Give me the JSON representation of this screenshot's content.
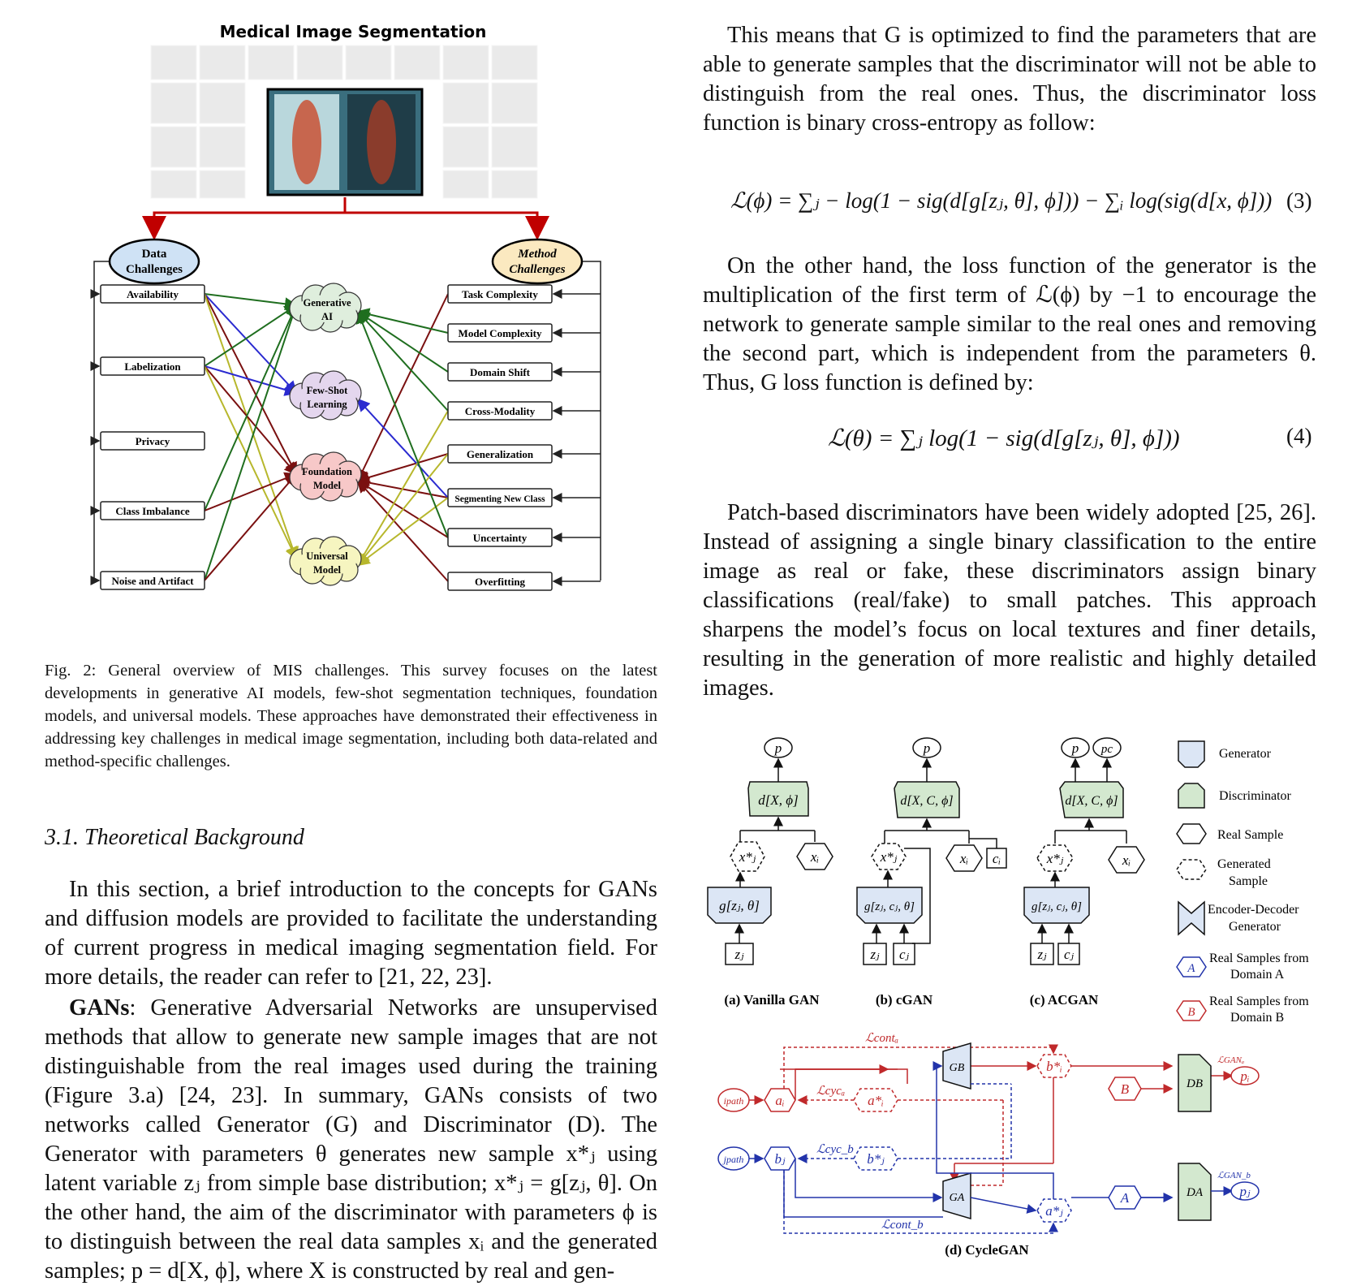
{
  "fig2": {
    "title": "Medical Image Segmentation",
    "data_challenges": "Data Challenges",
    "method_challenges": "Method Challenges",
    "data_items": [
      "Availability",
      "Labelization",
      "Privacy",
      "Class Imbalance",
      "Noise and Artifact"
    ],
    "method_items": [
      "Task Complexity",
      "Model Complexity",
      "Domain Shift",
      "Cross-Modality",
      "Generalization",
      "Segmenting New Class",
      "Uncertainty",
      "Overfitting"
    ],
    "approaches": [
      {
        "lines": [
          "Generative",
          "AI"
        ],
        "color": "#dfeedd"
      },
      {
        "lines": [
          "Few-Shot",
          "Learning"
        ],
        "color": "#e4d6ee"
      },
      {
        "lines": [
          "Foundation",
          "Model"
        ],
        "color": "#f7c8c8"
      },
      {
        "lines": [
          "Universal",
          "Model"
        ],
        "color": "#f6f5c0"
      }
    ],
    "caption": "Fig. 2: General overview of MIS challenges. This survey focuses on the latest developments in generative AI models, few-shot segmentation techniques, foundation models, and universal models. These approaches have demonstrated their effectiveness in addressing key challenges in medical image segmentation, including both data-related and method-specific challenges."
  },
  "section": {
    "heading": "3.1. Theoretical Background",
    "intro": "In this section, a brief introduction to the concepts for GANs and diffusion models are provided to facilitate the understanding of current progress in medical imaging segmentation field. For more details, the reader can refer to [21, 22, 23].",
    "gans_label": "GANs",
    "gans_text": ": Generative Adversarial Networks are unsupervised methods that allow to generate new sample images that are not distinguishable from the real images used during the training (Figure 3.a) [24, 23]. In summary, GANs consists of two networks called Generator (G) and Discriminator (D). The Generator with parameters θ generates new sample x*ⱼ using latent variable zⱼ from simple base distribution; x*ⱼ = g[zⱼ, θ]. On the other hand, the aim of the discriminator with parameters ϕ is to distinguish between the real data samples xᵢ and the generated samples; p = d[X, ϕ], where X is constructed by real and gen-"
  },
  "right": {
    "para1": "This means that G is optimized to find the parameters that are able to generate samples that the discriminator will not be able to distinguish from the real ones. Thus, the discriminator loss function is binary cross-entropy as follow:",
    "eq3": "ℒ(ϕ) = ∑ⱼ − log(1 − sig(d[g[zⱼ, θ], ϕ])) − ∑ᵢ log(sig(d[x, ϕ]))",
    "eq3_num": "(3)",
    "para2": "On the other hand, the loss function of the generator is the multiplication of the first term of ℒ(ϕ) by −1 to encourage the network to generate sample similar to the real ones and removing the second part, which is independent from the parameters θ. Thus, G loss function is defined by:",
    "eq4": "ℒ(θ) = ∑ⱼ log(1 − sig(d[g[zⱼ, θ], ϕ]))",
    "eq4_num": "(4)",
    "para3": "Patch-based discriminators have been widely adopted [25, 26]. Instead of assigning a single binary classification to the entire image as real or fake, these discriminators assign binary classifications (real/fake) to small patches. This approach sharpens the model’s focus on local textures and finer details, resulting in the generation of more realistic and highly detailed images."
  },
  "fig3": {
    "panels": [
      "(a) Vanilla GAN",
      "(b) cGAN",
      "(c) ACGAN",
      "(d) CycleGAN"
    ],
    "legend": [
      "Generator",
      "Discriminator",
      "Real Sample",
      "Generated Sample",
      "Encoder-Decoder Generator",
      "Real Samples from Domain A",
      "Real Samples from Domain B"
    ],
    "nodes": {
      "p": "p",
      "pc": "pc",
      "d1": "d[X, ϕ]",
      "d2": "d[X, C, ϕ]",
      "xj": "x*ⱼ",
      "xi": "xᵢ",
      "ci": "cᵢ",
      "g1": "g[zⱼ, θ]",
      "g2": "g[zⱼ, cⱼ, θ]",
      "zj": "zⱼ",
      "cj": "cⱼ"
    },
    "cycle": {
      "GB": "GB",
      "GA": "GA",
      "DB": "DB",
      "DA": "DA",
      "ipath": "ipath",
      "jpath": "jpath",
      "ai": "aᵢ",
      "bj": "bⱼ",
      "ai_s": "a*ᵢ",
      "bj_s": "b*ⱼ",
      "bi_s": "b*ᵢ",
      "aj_s": "a*ⱼ",
      "A": "A",
      "B": "B",
      "pi": "pᵢ",
      "pj": "pⱼ",
      "lcont_a": "ℒcontₐ",
      "lcont_b": "ℒcont_b",
      "lcyc_a": "ℒcycₐ",
      "lcyc_b": "ℒcyc_b",
      "lgan_a": "ℒGANₐ",
      "lgan_b": "ℒGAN_b"
    }
  },
  "colors": {
    "red": "#c00000",
    "green": "#1f6e1f",
    "blue": "#2a2ad0",
    "olive": "#b7b72c",
    "maroon": "#7a1010",
    "gen_fill": "#dce6f5",
    "disc_fill": "#d3e8cf",
    "cyc_red": "#c0292b",
    "cyc_blue": "#2233aa"
  }
}
